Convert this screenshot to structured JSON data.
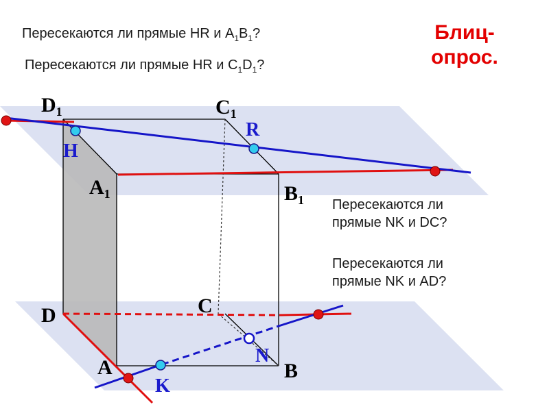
{
  "questions": {
    "q1": {
      "prefix": "Пересекаются ли прямые HR и A",
      "sub1": "1",
      "mid": "B",
      "sub2": "1",
      "suffix": "?"
    },
    "q2": {
      "prefix": "Пересекаются ли прямые HR и C",
      "sub1": "1",
      "mid": "D",
      "sub2": "1",
      "suffix": "?"
    },
    "q3": {
      "line1": "Пересекаются ли",
      "line2": "прямые NK и DC?"
    },
    "q4": {
      "line1": "Пересекаются ли",
      "line2": "прямые NK и AD?"
    }
  },
  "title": {
    "line1": "Блиц-",
    "line2": "опрос."
  },
  "labels": {
    "D1": {
      "main": "D",
      "sub": "1"
    },
    "C1": {
      "main": "C",
      "sub": "1"
    },
    "A1": {
      "main": "A",
      "sub": "1"
    },
    "B1": {
      "main": "B",
      "sub": "1"
    },
    "D": {
      "main": "D"
    },
    "C": {
      "main": "C"
    },
    "A": {
      "main": "A"
    },
    "B": {
      "main": "B"
    },
    "H": {
      "main": "H"
    },
    "R": {
      "main": "R"
    },
    "N": {
      "main": "N"
    },
    "K": {
      "main": "K"
    }
  },
  "colors": {
    "title": "#e30000",
    "blue_line": "#1515c8",
    "red_line": "#e01010",
    "point_cyan": "#33ccee",
    "point_red": "#e01515",
    "label_point": "#1a1acc",
    "plane": "#d6dcf0",
    "face_gray": "#b9b9b9"
  }
}
